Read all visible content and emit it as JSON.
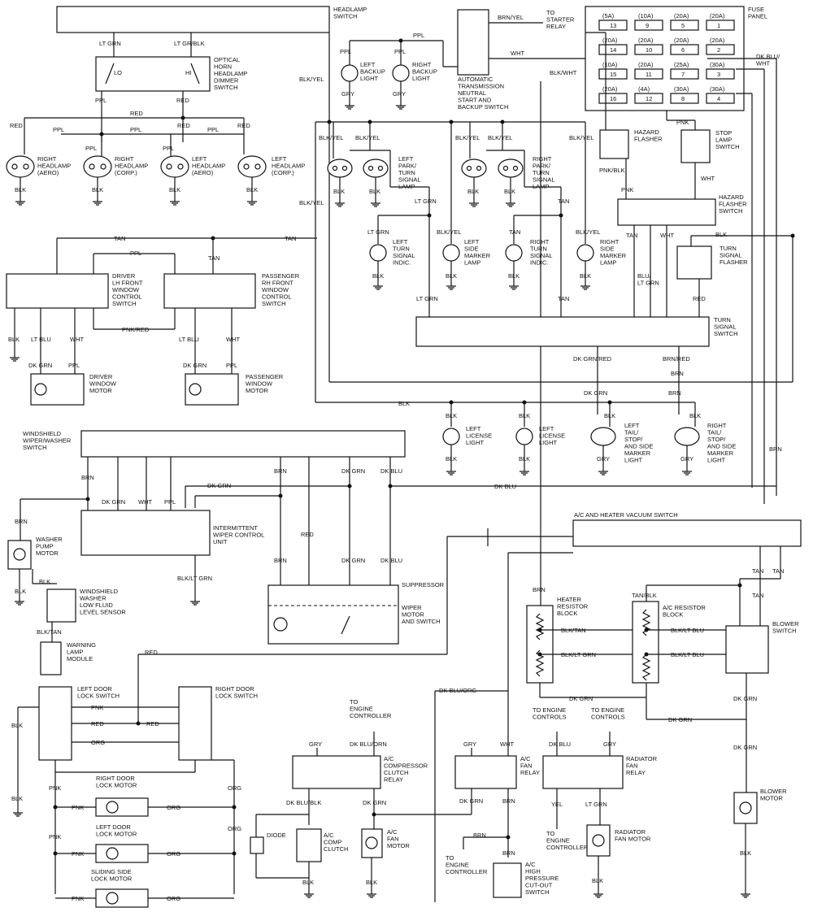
{
  "title": "",
  "components": {
    "headlamp_switch": "HEADLAMP\nSWITCH",
    "dimmer_switch": "OPTICAL\nHORN\nHEADLAMP\nDIMMER\nSWITCH",
    "dimmer_lo": "LO",
    "dimmer_hi": "HI",
    "right_headlamp_aero": "RIGHT\nHEADLAMP\n(AERO)",
    "right_headlamp_corp": "RIGHT\nHEADLAMP\n(CORP.)",
    "left_headlamp_aero": "LEFT\nHEADLAMP\n(AERO)",
    "left_headlamp_corp": "LEFT\nHEADLAMP\n(CORP.)",
    "left_backup_light": "LEFT\nBACKUP\nLIGHT",
    "right_backup_light": "RIGHT\nBACKUP\nLIGHT",
    "neutral_switch": "AUTOMATIC\nTRANSMISSION\nNEUTRAL\nSTART AND\nBACKUP SWITCH",
    "to_starter_relay": "TO\nSTARTER\nRELAY",
    "fuse_panel": "FUSE\nPANEL",
    "hazard_flasher": "HAZARD\nFLASHER",
    "stop_lamp_switch": "STOP\nLAMP\nSWITCH",
    "hazard_flasher_switch": "HAZARD\nFLASHER\nSWITCH",
    "turn_signal_flasher": "TURN\nSIGNAL\nFLASHER",
    "turn_signal_switch": "TURN\nSIGNAL\nSWITCH",
    "left_park_turn": "LEFT\nPARK/\nTURN\nSIGNAL\nLAMP",
    "right_park_turn": "RIGHT\nPARK/\nTURN\nSIGNAL\nLAMP",
    "left_turn_indic": "LEFT\nTURN\nSIGNAL\nINDIC.",
    "left_side_marker": "LEFT\nSIDE\nMARKER\nLAMP",
    "right_turn_indic": "RIGHT\nTURN\nSIGNAL\nINDIC.",
    "right_side_marker": "RIGHT\nSIDE\nMARKER\nLAMP",
    "driver_window_switch": "DRIVER\nLH FRONT\nWINDOW\nCONTROL\nSWITCH",
    "passenger_window_switch": "PASSENGER\nRH FRONT\nWINDOW\nCONTROL\nSWITCH",
    "driver_window_motor": "DRIVER\nWINDOW\nMOTOR",
    "passenger_window_motor": "PASSENGER\nWINDOW\nMOTOR",
    "left_license": "LEFT\nLICENSE\nLIGHT",
    "right_license": "LEFT\nLICENSE\nLIGHT",
    "left_tail": "LEFT\nTAIL/\nSTOP/\nAND SIDE\nMARKER\nLIGHT",
    "right_tail": "RIGHT\nTAIL/\nSTOP/\nAND SIDE\nMARKER\nLIGHT",
    "wiper_washer_switch": "WINDSHIELD\nWIPER/WASHER\nSWITCH",
    "washer_pump_motor": "WASHER\nPUMP\nMOTOR",
    "intermittent_unit": "INTERMITTENT\nWIPER CONTROL\nUNIT",
    "fluid_sensor": "WINDSHIELD\nWASHER\nLOW FLUID\nLEVEL SENSOR",
    "warning_lamp_module": "WARNING\nLAMP\nMODULE",
    "suppressor": "SUPPRESSOR",
    "wiper_motor": "WIPER\nMOTOR\nAND SWITCH",
    "ac_heater_vacuum_switch": "A/C AND HEATER VACUUM SWITCH",
    "heater_resistor_block": "HEATER\nRESISTOR\nBLOCK",
    "ac_resistor_block": "A/C RESISTOR\nBLOCK",
    "blower_switch": "BLOWER\nSWITCH",
    "blower_motor": "BLOWER\nMOTOR",
    "left_door_lock_switch": "LEFT DOOR\nLOCK SWITCH",
    "right_door_lock_switch": "RIGHT DOOR\nLOCK SWITCH",
    "right_door_lock_motor": "RIGHT DOOR\nLOCK MOTOR",
    "left_door_lock_motor": "LEFT DOOR\nLOCK MOTOR",
    "sliding_side_lock_motor": "SLIDING SIDE\nLOCK MOTOR",
    "to_engine_controller_1": "TO\nENGINE\nCONTROLLER",
    "ac_compressor_relay": "A/C\nCOMPRESSOR\nCLUTCH\nRELAY",
    "diode": "DIODE",
    "ac_comp_clutch": "A/C\nCOMP\nCLUTCH",
    "ac_fan_motor": "A/C\nFAN\nMOTOR",
    "ac_fan_relay": "A/C\nFAN\nRELAY",
    "radiator_fan_relay": "RADIATOR\nFAN\nRELAY",
    "radiator_fan_motor": "RADIATOR\nFAN MOTOR",
    "to_engine_controls_1": "TO ENGINE\nCONTROLS",
    "to_engine_controls_2": "TO ENGINE\nCONTROLS",
    "to_engine_controller_2": "TO\nENGINE\nCONTROLLER",
    "to_engine_controller_3": "TO\nENGINE\nCONTROLLER",
    "ac_high_pressure": "A/C\nHIGH\nPRESSURE\nCUT-OUT\nSWITCH"
  },
  "fuses": [
    {
      "amp": "(5A)",
      "num": "13"
    },
    {
      "amp": "(10A)",
      "num": "9"
    },
    {
      "amp": "(20A)",
      "num": "5"
    },
    {
      "amp": "(20A)",
      "num": "1"
    },
    {
      "amp": "(20A)",
      "num": "14"
    },
    {
      "amp": "(20A)",
      "num": "10"
    },
    {
      "amp": "(20A)",
      "num": "6"
    },
    {
      "amp": "(20A)",
      "num": "2"
    },
    {
      "amp": "(10A)",
      "num": "15"
    },
    {
      "amp": "(20A)",
      "num": "11"
    },
    {
      "amp": "(25A)",
      "num": "7"
    },
    {
      "amp": "(30A)",
      "num": "3"
    },
    {
      "amp": "(20A)",
      "num": "16"
    },
    {
      "amp": "(4A)",
      "num": "12"
    },
    {
      "amp": "(30A)",
      "num": "8"
    },
    {
      "amp": "(30A)",
      "num": "4"
    }
  ],
  "wires": {
    "lt_grn": "LT GRN",
    "lt_gr_blk": "LT GR/BLK",
    "ppl": "PPL",
    "red": "RED",
    "blk": "BLK",
    "gry": "GRY",
    "brn_yel": "BRN/YEL",
    "wht": "WHT",
    "blk_yel": "BLK/YEL",
    "blk_wht": "BLK/WHT",
    "dk_blu_wht": "DK BLU/\nWHT",
    "pnk": "PNK",
    "pnk_blk": "PNK/BLK",
    "tan": "TAN",
    "blu_lt_grn": "BLU/\nLT GRN",
    "lt_blu": "LT BLU",
    "dk_grn": "DK GRN",
    "pnk_red": "PNK/RED",
    "dk_grn_red": "DK GRN/RED",
    "brn_red": "BRN/RED",
    "brn": "BRN",
    "dk_blu": "DK BLU",
    "blk_lt_grn": "BLK/LT GRN",
    "blk_tan": "BLK/TAN",
    "tan_blk": "TAN/BLK",
    "blk_lt_blu": "BLK/LT BLU",
    "dk_blu_orn": "DK BLU/ORN",
    "dk_blu_org": "DK BLU/ORG",
    "dk_blu_blk": "DK BLU/BLK",
    "org": "ORG",
    "yel": "YEL"
  }
}
